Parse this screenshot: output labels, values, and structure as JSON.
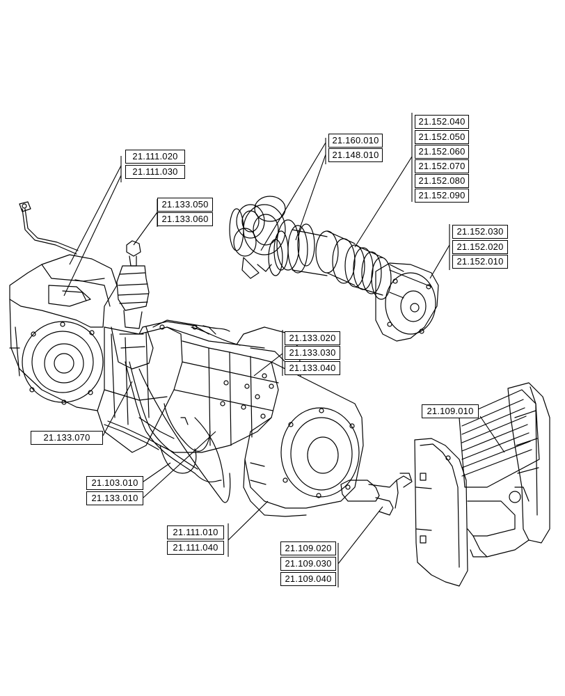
{
  "labels": {
    "l_21_111_020": "21.111.020",
    "l_21_111_030": "21.111.030",
    "l_21_133_050": "21.133.050",
    "l_21_133_060": "21.133.060",
    "l_21_160_010": "21.160.010",
    "l_21_148_010": "21.148.010",
    "l_21_152_040": "21.152.040",
    "l_21_152_050": "21.152.050",
    "l_21_152_060": "21.152.060",
    "l_21_152_070": "21.152.070",
    "l_21_152_080": "21.152.080",
    "l_21_152_090": "21.152.090",
    "l_21_152_030": "21.152.030",
    "l_21_152_020": "21.152.020",
    "l_21_152_010": "21.152.010",
    "l_21_133_020": "21.133.020",
    "l_21_133_030": "21.133.030",
    "l_21_133_040": "21.133.040",
    "l_21_109_010": "21.109.010",
    "l_21_133_070": "21.133.070",
    "l_21_103_010": "21.103.010",
    "l_21_133_010": "21.133.010",
    "l_21_111_010": "21.111.010",
    "l_21_111_040": "21.111.040",
    "l_21_109_020": "21.109.020",
    "l_21_109_030": "21.109.030",
    "l_21_109_040": "21.109.040"
  },
  "colors": {
    "line": "#000000",
    "background": "#ffffff"
  }
}
